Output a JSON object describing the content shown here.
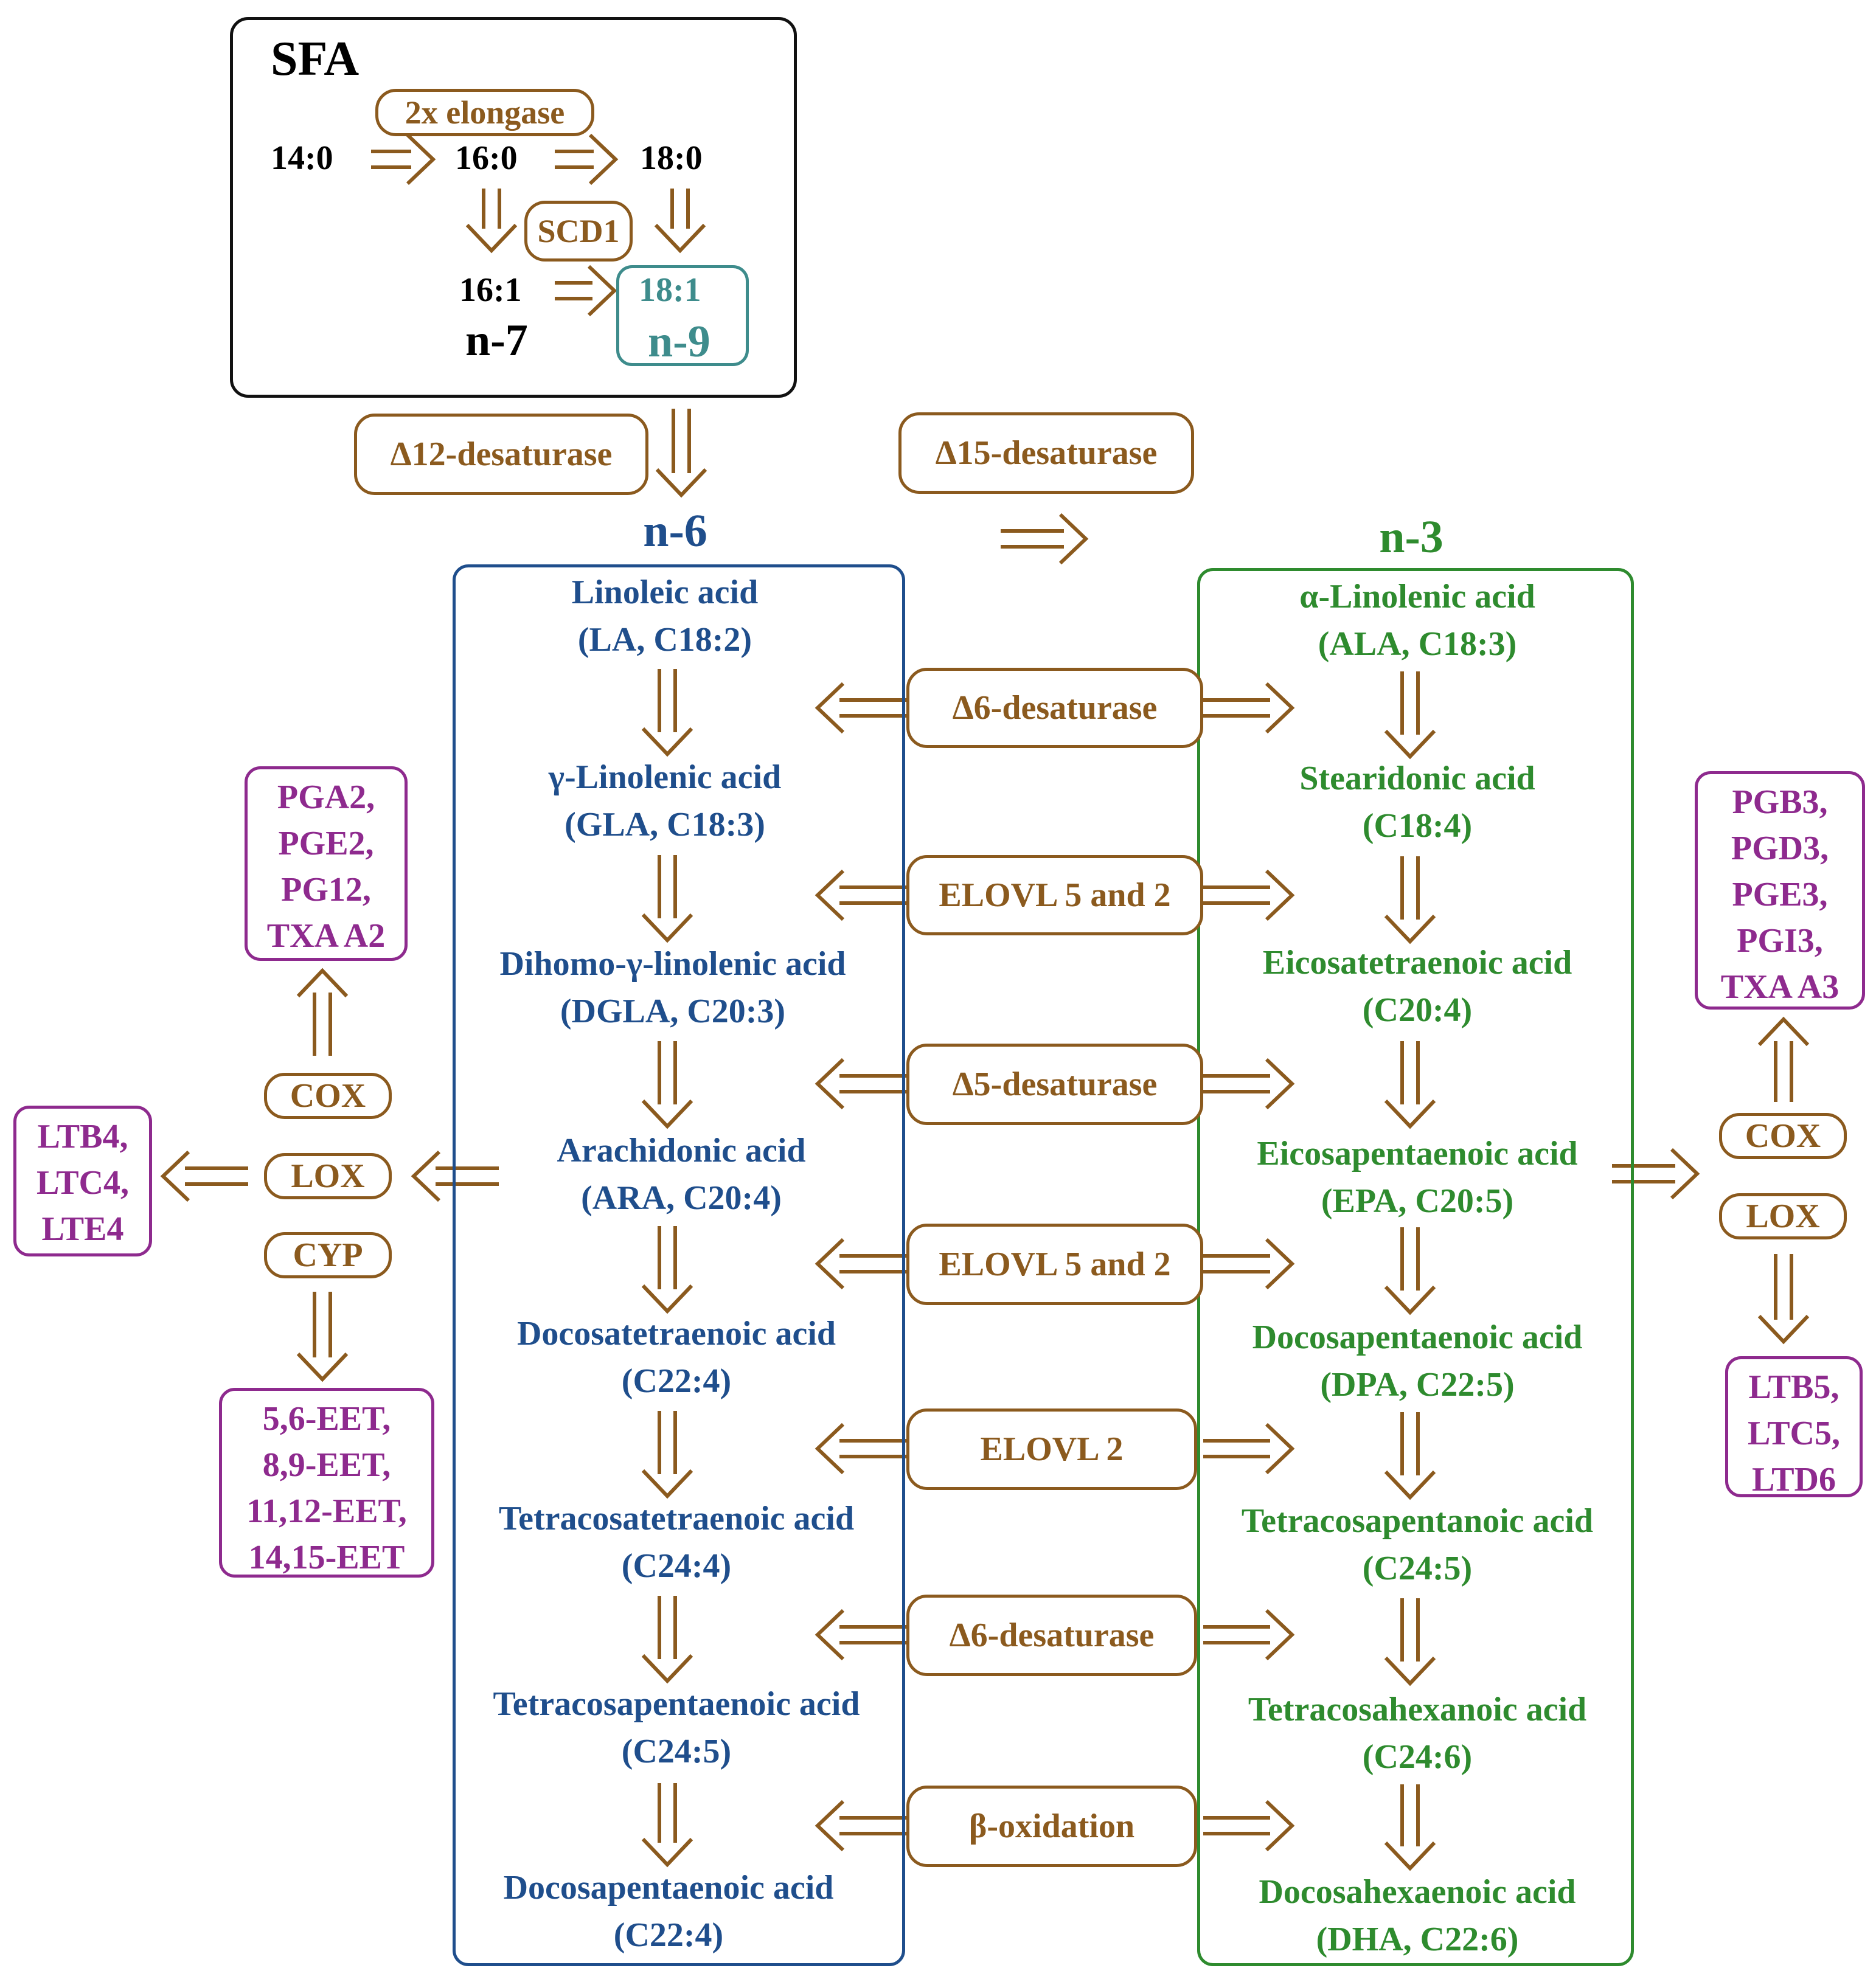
{
  "colors": {
    "brown": "#8B5A1E",
    "n6": "#1F4E8C",
    "n3": "#2E8B2E",
    "product": "#8E2A8E",
    "n9": "#3E8C8C",
    "black": "#000000"
  },
  "sfa": {
    "title": "SFA",
    "elongase": "2x elongase",
    "c14": "14:0",
    "c16": "16:0",
    "c18": "18:0",
    "scd1": "SCD1",
    "c16_1": "16:1",
    "c18_1": "18:1",
    "n7": "n-7",
    "n9": "n-9"
  },
  "top_enzymes": {
    "d12": "Δ12-desaturase",
    "d15": "Δ15-desaturase"
  },
  "n6": {
    "title": "n-6",
    "acids": [
      "Linoleic acid\n(LA, C18:2)",
      "γ-Linolenic acid\n(GLA, C18:3)",
      "Dihomo-γ-linolenic acid\n(DGLA, C20:3)",
      "Arachidonic acid\n(ARA, C20:4)",
      "Docosatetraenoic acid\n(C22:4)",
      "Tetracosatetraenoic acid\n(C24:4)",
      "Tetracosapentaenoic acid\n(C24:5)",
      "Docosapentaenoic acid\n(C22:4)"
    ]
  },
  "n3": {
    "title": "n-3",
    "acids": [
      "α-Linolenic acid\n(ALA, C18:3)",
      "Stearidonic acid\n(C18:4)",
      "Eicosatetraenoic acid\n(C20:4)",
      "Eicosapentaenoic acid\n(EPA, C20:5)",
      "Docosapentaenoic acid\n(DPA, C22:5)",
      "Tetracosapentanoic acid\n(C24:5)",
      "Tetracosahexanoic acid\n(C24:6)",
      "Docosahexaenoic acid\n(DHA, C22:6)"
    ]
  },
  "middle_enzymes": [
    "Δ6-desaturase",
    "ELOVL 5 and 2",
    "Δ5-desaturase",
    "ELOVL 5 and 2",
    "ELOVL 2",
    "Δ6-desaturase",
    "β-oxidation"
  ],
  "left_side": {
    "cox": "COX",
    "lox": "LOX",
    "cyp": "CYP",
    "prostaglandins": "PGA2,\nPGE2,\nPG12,\nTXA A2",
    "leukotrienes": "LTB4,\nLTC4,\nLTE4",
    "eets": "5,6-EET,\n8,9-EET,\n11,12-EET,\n14,15-EET"
  },
  "right_side": {
    "cox": "COX",
    "lox": "LOX",
    "prostaglandins": "PGB3,\nPGD3,\nPGE3,\nPGI3,\nTXA A3",
    "leukotrienes": "LTB5,\nLTC5,\nLTD6"
  }
}
